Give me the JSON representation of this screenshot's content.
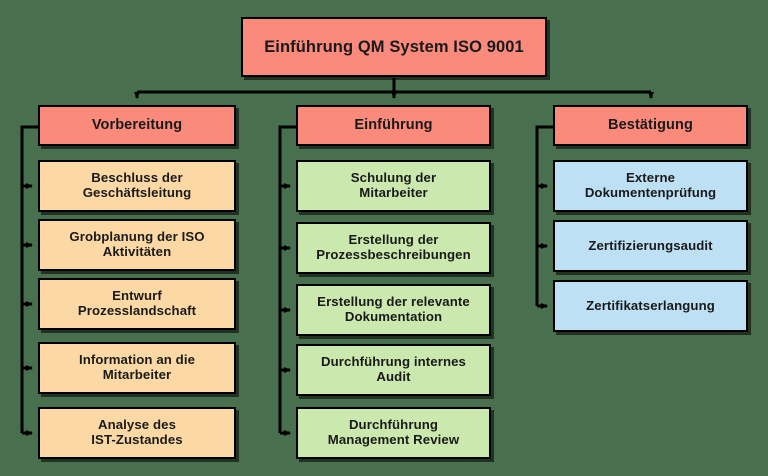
{
  "diagram": {
    "title": "Einführung QM System ISO 9001",
    "background_color": "#49704e",
    "root": {
      "label": "Einführung QM System ISO 9001",
      "color": "#fa8a7c"
    },
    "columns": [
      {
        "id": "vorbereitung",
        "header": "Vorbereitung",
        "header_color": "#fa8a7c",
        "step_color": "#fcd9a4",
        "steps": [
          "Beschluss der\nGeschäftsleitung",
          "Grobplanung der ISO\nAktivitäten",
          "Entwurf\nProzesslandschaft",
          "Information an die\nMitarbeiter",
          "Analyse des\nIST-Zustandes"
        ]
      },
      {
        "id": "einfuehrung",
        "header": "Einführung",
        "header_color": "#fa8a7c",
        "step_color": "#cbe8ae",
        "steps": [
          "Schulung der\nMitarbeiter",
          "Erstellung der\nProzessbeschreibungen",
          "Erstellung der relevante\nDokumentation",
          "Durchführung internes\nAudit",
          "Durchführung\nManagement Review"
        ]
      },
      {
        "id": "bestaetigung",
        "header": "Bestätigung",
        "header_color": "#fa8a7c",
        "step_color": "#bde0f5",
        "steps": [
          "Externe\nDokumentenprüfung",
          "Zertifizierungsaudit",
          "Zertifikatserlangung"
        ]
      }
    ]
  }
}
